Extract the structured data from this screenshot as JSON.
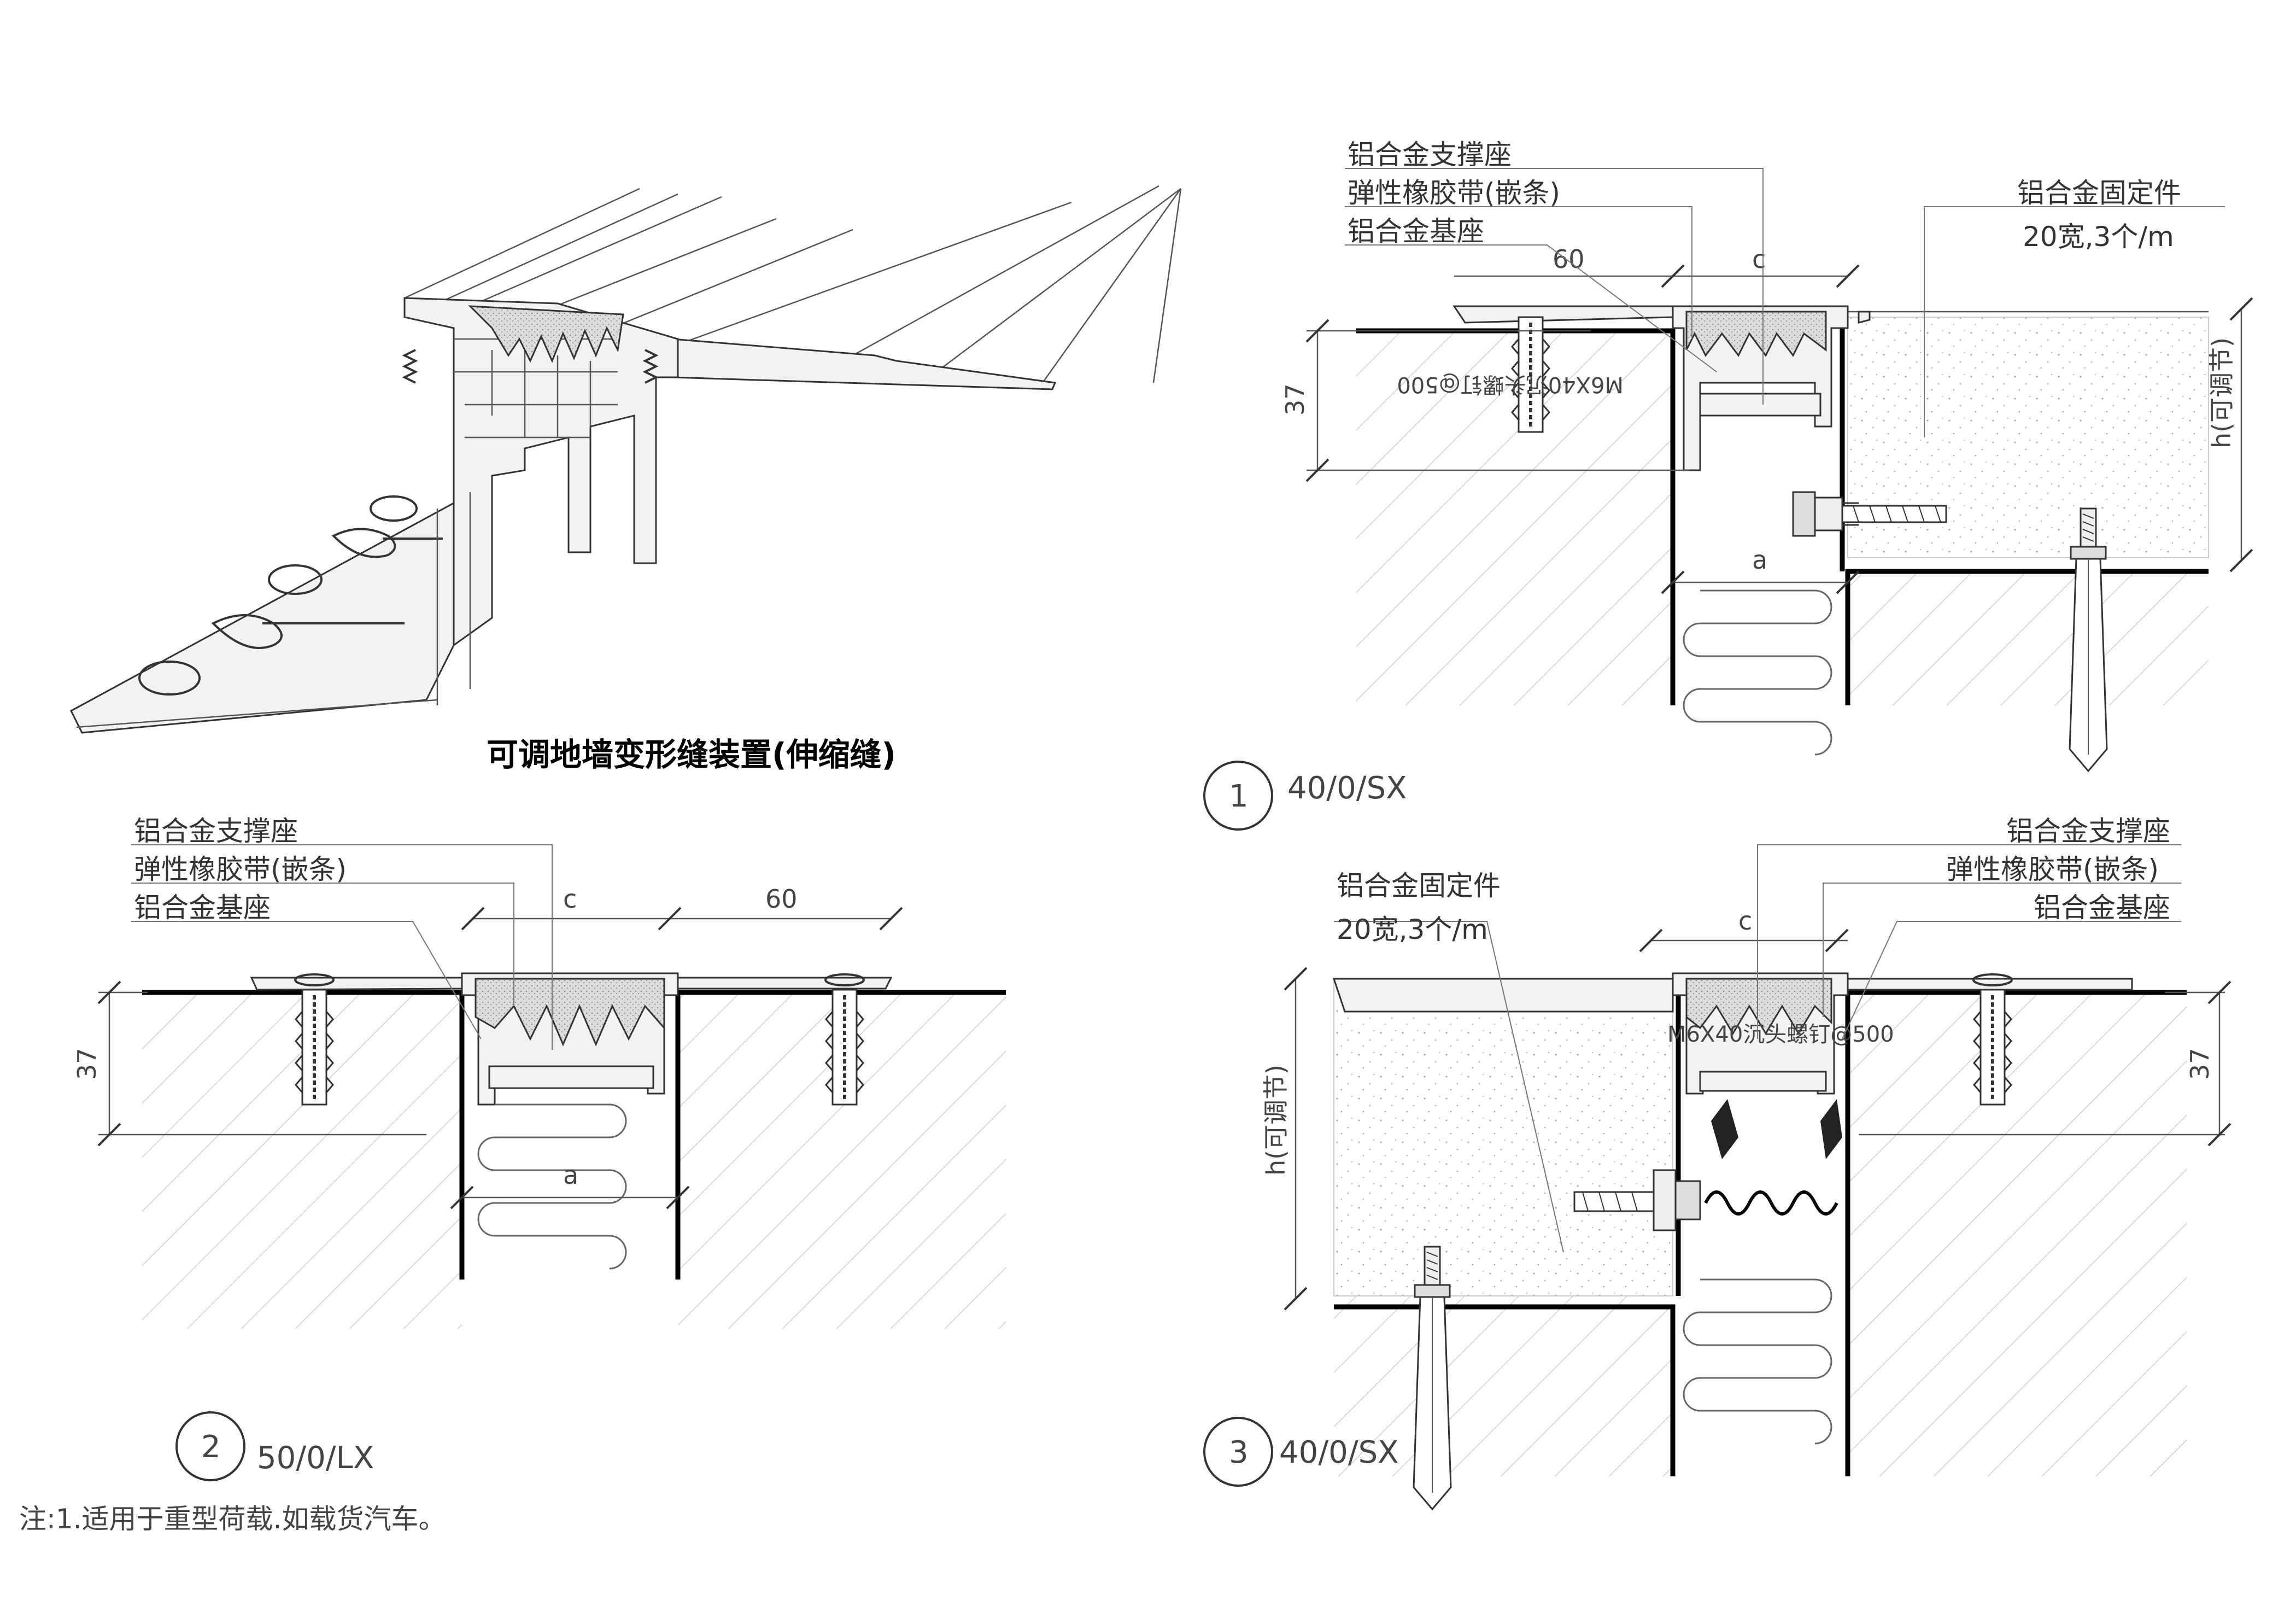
{
  "title": "可调地墙变形缝装置(伸缩缝)",
  "note": "注:1.适用于重型荷载.如载货汽车。",
  "labels": {
    "support": "铝合金支撑座",
    "rubber": "弹性橡胶带(嵌条)",
    "rubber_open": "弹性橡胶带(",
    "rubber_close": "嵌条)",
    "base": "铝合金基座",
    "fixer": "铝合金固定件",
    "fixer_spec": "20宽,3个/m",
    "screw": "M6X40沉头螺钉@500"
  },
  "dims": {
    "d60": "60",
    "c": "c",
    "a": "a",
    "d37": "37",
    "h_adj": "h(可调节)"
  },
  "details": [
    {
      "num": "1",
      "code": "40/0/SX"
    },
    {
      "num": "2",
      "code": "50/0/LX"
    },
    {
      "num": "3",
      "code": "40/0/SX"
    }
  ]
}
